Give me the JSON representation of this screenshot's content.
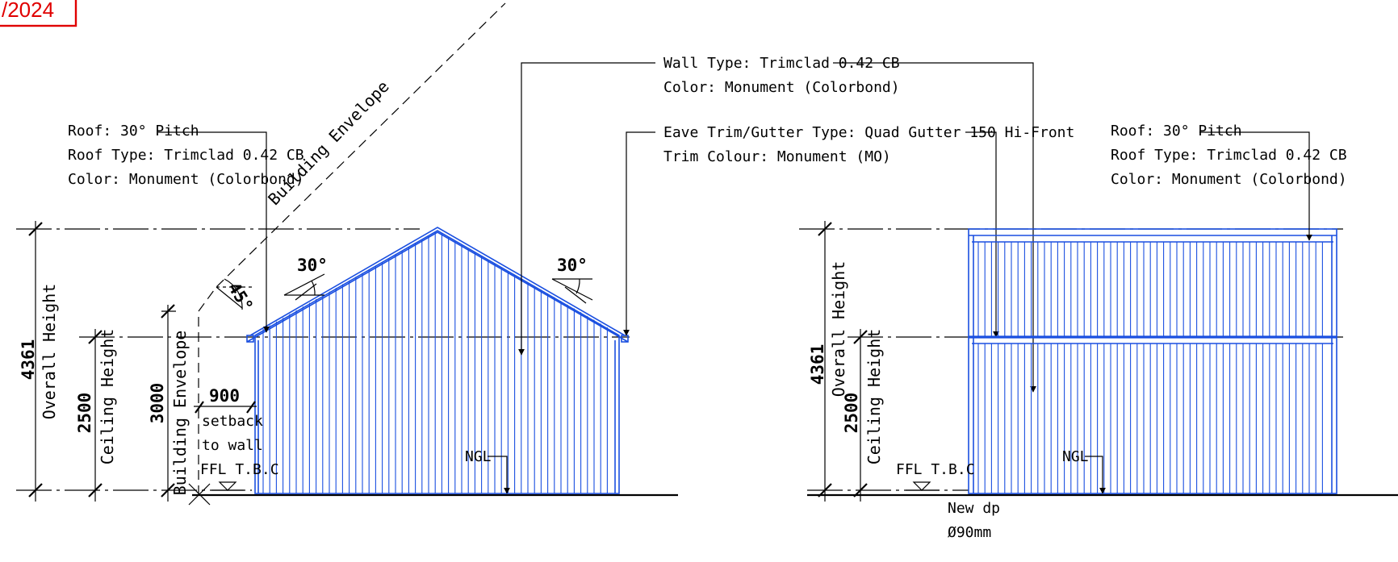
{
  "stamp": {
    "text": "/2024",
    "color": "#e00000"
  },
  "colors": {
    "cladding": "#1a4fe0",
    "linework": "#000000"
  },
  "left_elevation": {
    "dimensions": {
      "overall_value": "4361",
      "overall_label": "Overall Height",
      "ceiling_value": "2500",
      "ceiling_label": "Ceiling Height",
      "envelope_value": "3000",
      "envelope_label": "Building Envelope",
      "setback_value": "900",
      "setback_line1": "setback",
      "setback_line2": "to wall"
    },
    "ffl_label": "FFL T.B.C",
    "ngl_label": "NGL",
    "envelope_diagonal_label": "Building Envelope",
    "envelope_angle": "45°",
    "roof_angle_left": "30°",
    "roof_angle_right": "30°",
    "roof_note": {
      "line1": "Roof: 30° Pitch",
      "line2": "Roof Type: Trimclad 0.42 CB",
      "line3": "Color: Monument (Colorbond)"
    }
  },
  "wall_note": {
    "line1": "Wall Type: Trimclad 0.42 CB",
    "line2": "Color: Monument (Colorbond)"
  },
  "eave_note": {
    "line1": "Eave Trim/Gutter Type: Quad Gutter 150 Hi-Front",
    "line2": "Trim Colour: Monument (MO)"
  },
  "right_elevation": {
    "dimensions": {
      "overall_value": "4361",
      "overall_label": "Overall Height",
      "ceiling_value": "2500",
      "ceiling_label": "Ceiling Height"
    },
    "ffl_label": "FFL T.B.C",
    "ngl_label": "NGL",
    "downpipe_line1": "New dp",
    "downpipe_line2": "Ø90mm",
    "roof_note": {
      "line1": "Roof: 30° Pitch",
      "line2": "Roof Type: Trimclad 0.42 CB",
      "line3": "Color: Monument (Colorbond)"
    }
  }
}
